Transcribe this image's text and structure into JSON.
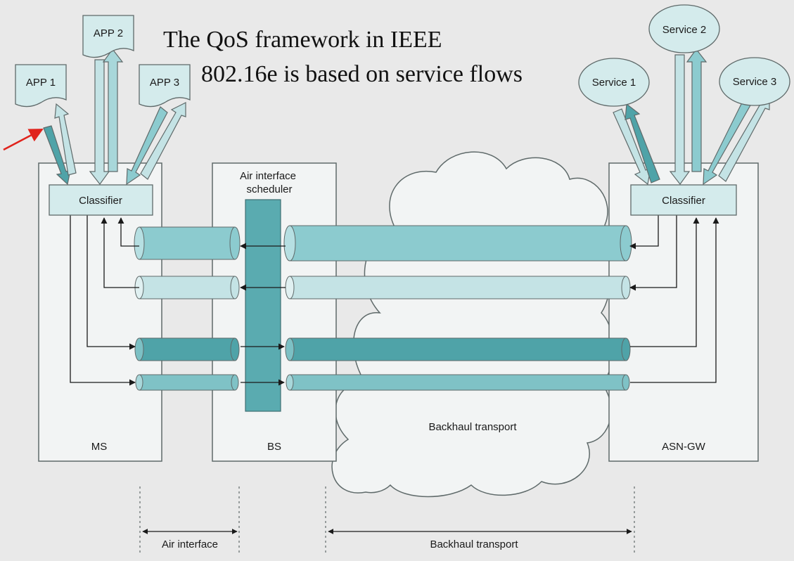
{
  "title": {
    "line1": "The QoS framework in IEEE",
    "line2": "802.16e is based on service flows"
  },
  "apps": [
    "APP 1",
    "APP 2",
    "APP 3"
  ],
  "services": [
    "Service 1",
    "Service 2",
    "Service 3"
  ],
  "classifier_left": "Classifier",
  "classifier_right": "Classifier",
  "scheduler": [
    "Air interface",
    "scheduler"
  ],
  "nodes": {
    "ms": "MS",
    "bs": "BS",
    "asn_gw": "ASN-GW"
  },
  "cloud_label": "Backhaul transport",
  "spans": {
    "air": "Air interface",
    "backhaul": "Backhaul transport"
  },
  "colors": {
    "background": "#e9e9e9",
    "box_fill": "#f2f4f4",
    "box_stroke": "#5f6a6a",
    "flow_dark": "#4fa3a8",
    "flow_mid": "#8ccbcf",
    "flow_light": "#c4e3e5",
    "scheduler": "#5aabb0",
    "pointer": "#e0231c"
  }
}
